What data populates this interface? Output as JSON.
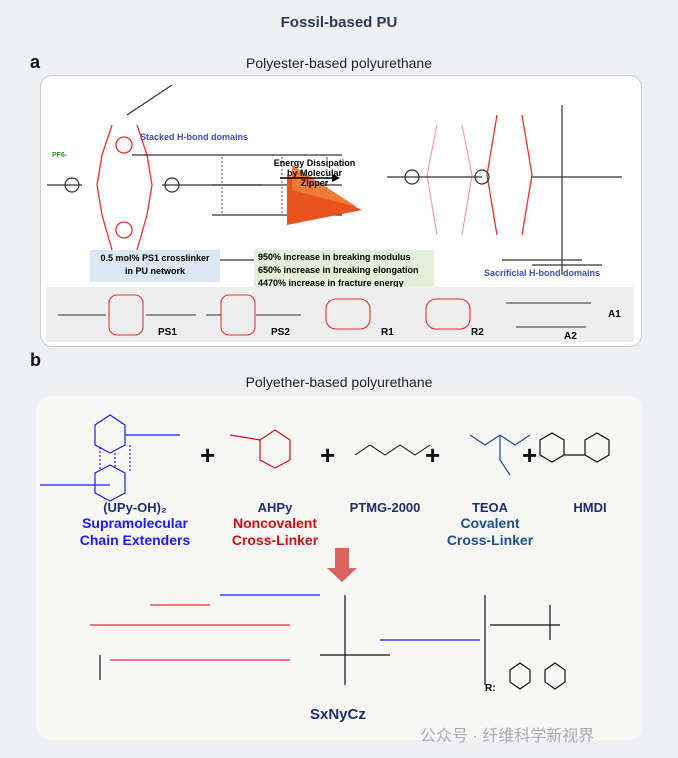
{
  "title": "Fossil-based PU",
  "panel_a": {
    "label": "a",
    "subtitle": "Polyester-based polyurethane",
    "stacked_label": "Stacked H-bond domains",
    "counterion": "PF6-",
    "arrow_label_1": "Energy Dissipation",
    "arrow_label_2": "by Molecular Zipper",
    "crosslinker_box": [
      "0.5 mol% PS1 crosslinker",
      "in PU network"
    ],
    "improvements": [
      "950% increase in breaking modulus",
      "650% increase in breaking elongation",
      "4470% increase in fracture energy"
    ],
    "sacrificial_label": "Sacrificial H-bond domains",
    "compounds": [
      "PS1",
      "PS2",
      "R1",
      "R2",
      "A1",
      "A2"
    ],
    "zipper_color": "#e8541e"
  },
  "panel_b": {
    "label": "b",
    "subtitle": "Polyether-based polyurethane",
    "reactants": [
      {
        "name": "(UPy-OH)₂",
        "role": [
          "Supramolecular",
          "Chain Extenders"
        ],
        "color": "#1a1aff"
      },
      {
        "name": "AHPy",
        "role": [
          "Noncovalent",
          "Cross-Linker"
        ],
        "color": "#cc1111"
      },
      {
        "name": "PTMG-2000",
        "role": [],
        "color": "#1d2d6b"
      },
      {
        "name": "TEOA",
        "role": [
          "Covalent",
          "Cross-Linker"
        ],
        "color": "#1f4e8c"
      },
      {
        "name": "HMDI",
        "role": [],
        "color": "#1d2d6b"
      }
    ],
    "plus": "+",
    "product": "SxNyCz",
    "r_label": "R:"
  },
  "watermark": "公众号 · 纤维科学新视界"
}
